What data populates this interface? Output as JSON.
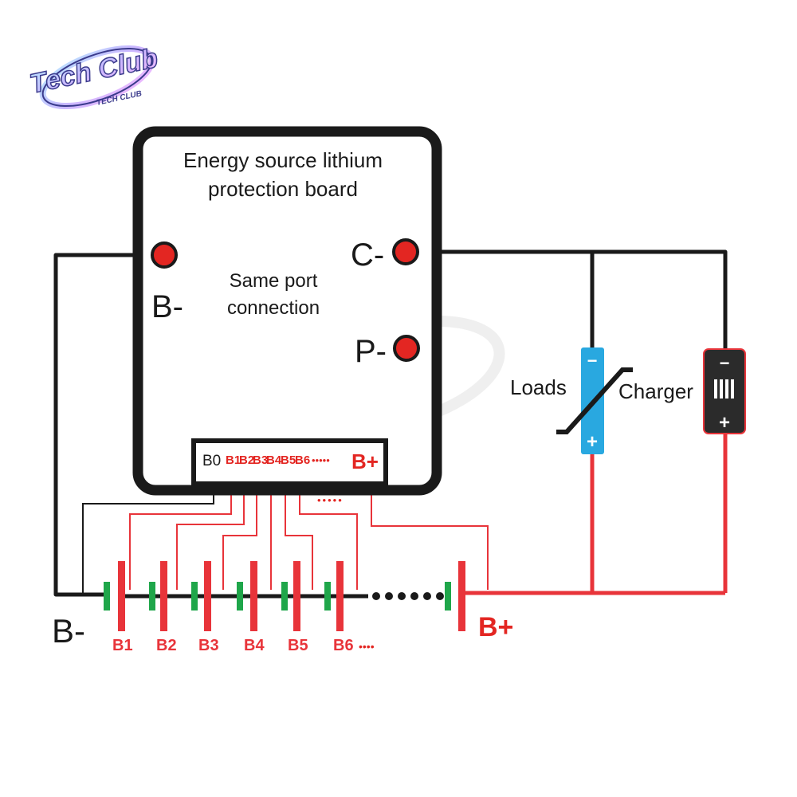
{
  "logo": {
    "main_text": "Tech Club",
    "sub_text": "TECH CLUB"
  },
  "board": {
    "title_line1": "Energy source lithium",
    "title_line2": "protection board",
    "note_line1": "Same port",
    "note_line2": "connection",
    "port_b_minus": "B-",
    "port_c_minus": "C-",
    "port_p_minus": "P-",
    "header": {
      "b0": "B0",
      "pins": [
        "B1",
        "B2",
        "B3",
        "B4",
        "B5",
        "B6"
      ],
      "ellipsis": "•••••",
      "b_plus": "B+"
    }
  },
  "battery_pack": {
    "cells": [
      "B1",
      "B2",
      "B3",
      "B4",
      "B5",
      "B6"
    ],
    "cells_ellipsis": "••••",
    "b_minus": "B-",
    "b_plus": "B+"
  },
  "load": {
    "label": "Loads",
    "minus": "−",
    "plus": "+"
  },
  "charger": {
    "label": "Charger",
    "minus": "−",
    "plus": "+"
  },
  "colors": {
    "wire_black": "#1a1a1a",
    "wire_red": "#e8343a",
    "port_red": "#e32622",
    "cell_red": "#e8343a",
    "cell_green": "#1fa64a",
    "load_blue": "#29a8e0",
    "charger_dark": "#2b2b2b"
  }
}
